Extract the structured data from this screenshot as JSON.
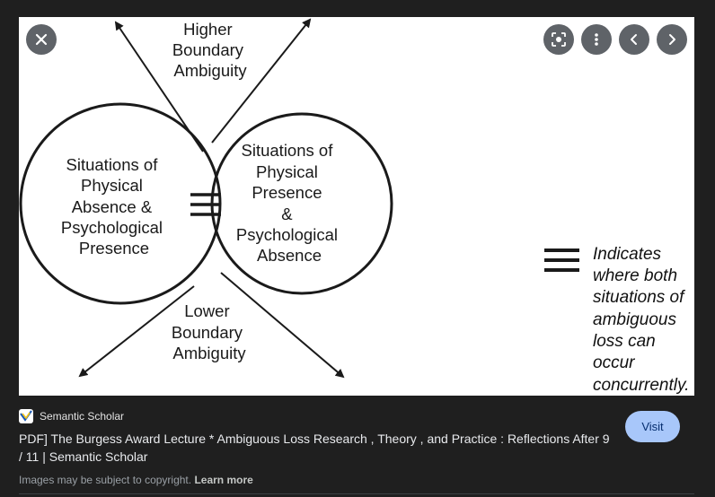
{
  "diagram": {
    "top_label": [
      "Higher",
      "Boundary",
      "Ambiguity"
    ],
    "bottom_label": [
      "Lower",
      "Boundary",
      "Ambiguity"
    ],
    "left_circle": [
      "Situations of",
      "Physical",
      "Absence &",
      "Psychological",
      "Presence"
    ],
    "right_circle": [
      "Situations of",
      "Physical",
      "Presence",
      "&",
      "Psychological",
      "Absence"
    ],
    "legend": [
      "Indicates",
      "where both",
      "situations of",
      "ambiguous",
      "loss can",
      "occur",
      "concurrently."
    ]
  },
  "controls": {
    "close_icon": "close-icon",
    "lens_icon": "lens-icon",
    "more_icon": "more-vert-icon",
    "prev_icon": "chevron-left-icon",
    "next_icon": "chevron-right-icon"
  },
  "result": {
    "source_name": "Semantic Scholar",
    "title": "PDF] The Burgess Award Lecture * Ambiguous Loss Research , Theory , and Practice : Reflections After 9 / 11 | Semantic Scholar",
    "visit_label": "Visit",
    "copyright_text": "Images may be subject to copyright.",
    "learn_more_label": "Learn more"
  },
  "colors": {
    "background": "#1f1f1f",
    "visit_button": "#a8c7fa",
    "overlay_button": "#5f6368"
  }
}
